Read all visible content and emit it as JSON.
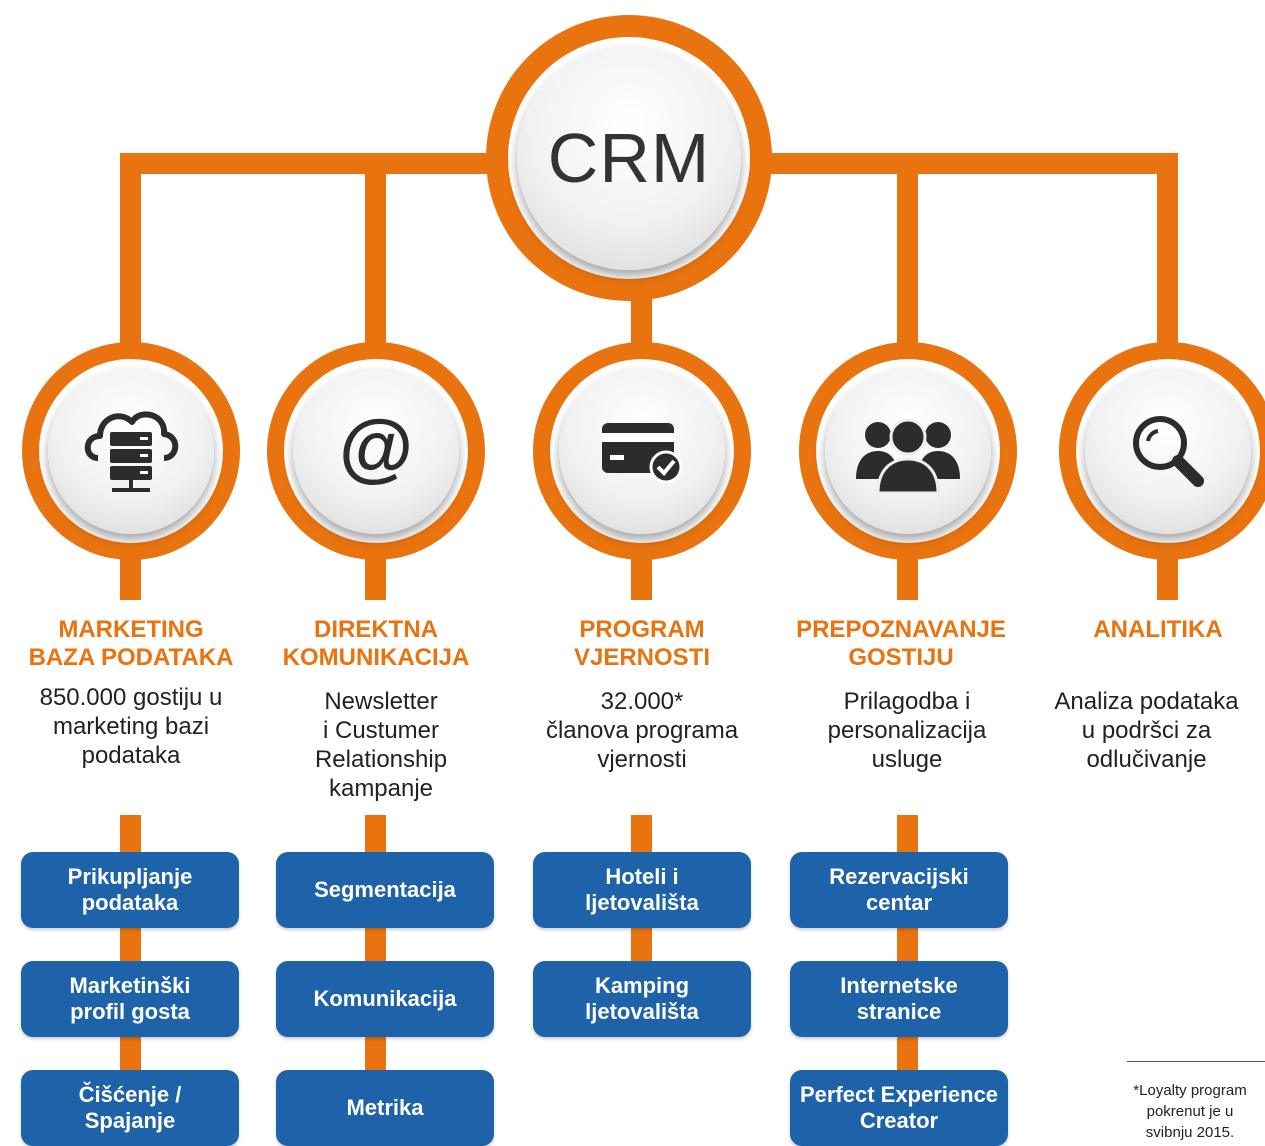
{
  "center": {
    "label": "CRM"
  },
  "branches": [
    {
      "icon": "cloud-server-icon",
      "title_line1": "MARKETING",
      "title_line2": "BAZA PODATAKA",
      "desc": [
        "850.000 gostiju u",
        "marketing bazi",
        "podataka"
      ],
      "items": [
        [
          "Prikupljanje",
          "podataka"
        ],
        [
          "Marketinški",
          "profil gosta"
        ],
        [
          "Čišćenje /",
          "Spajanje"
        ]
      ]
    },
    {
      "icon": "at-sign-icon",
      "title_line1": "DIREKTNA",
      "title_line2": "KOMUNIKACIJA",
      "desc": [
        "Newsletter",
        "i Custumer",
        "Relationship",
        "kampanje"
      ],
      "items": [
        [
          "Segmentacija"
        ],
        [
          "Komunikacija"
        ],
        [
          "Metrika"
        ]
      ]
    },
    {
      "icon": "credit-card-check-icon",
      "title_line1": "PROGRAM",
      "title_line2": "VJERNOSTI",
      "desc": [
        "32.000*",
        "članova programa",
        "vjernosti"
      ],
      "items": [
        [
          "Hoteli i",
          "ljetovališta"
        ],
        [
          "Kamping",
          "ljetovališta"
        ]
      ]
    },
    {
      "icon": "users-group-icon",
      "title_line1": "PREPOZNAVANJE",
      "title_line2": "GOSTIJU",
      "desc": [
        "Prilagodba i",
        "personalizacija",
        "usluge"
      ],
      "items": [
        [
          "Rezervacijski",
          "centar"
        ],
        [
          "Internetske",
          "stranice"
        ],
        [
          "Perfect Experience",
          "Creator"
        ]
      ]
    },
    {
      "icon": "magnifier-icon",
      "title_line1": "ANALITIKA",
      "title_line2": "",
      "desc": [
        "Analiza podataka",
        "u podršci za",
        "odlučivanje"
      ],
      "items": []
    }
  ],
  "footnote": [
    "*Loyalty program",
    "pokrenut je u",
    "svibnju 2015."
  ],
  "colors": {
    "accent": "#e8730f",
    "box": "#1e63aa"
  }
}
